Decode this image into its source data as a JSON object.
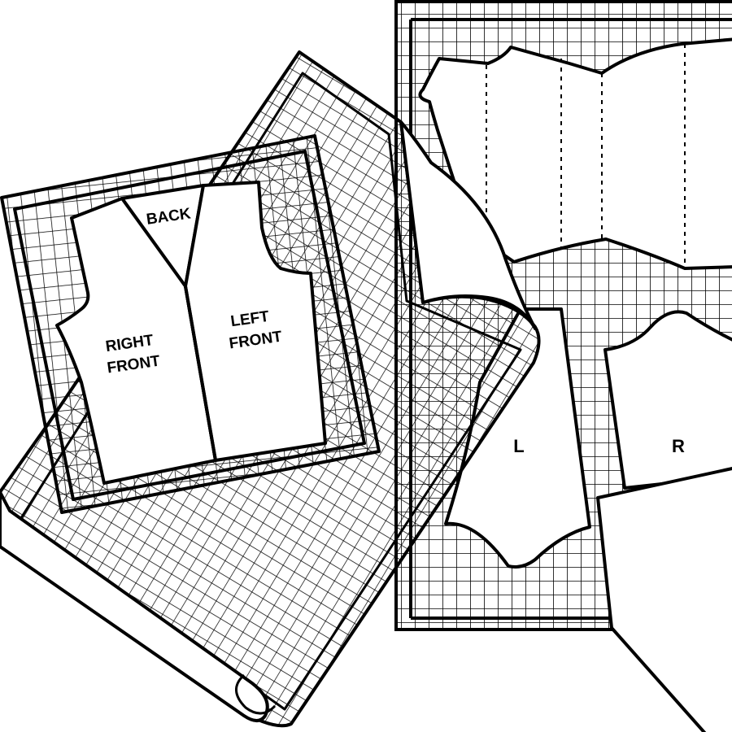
{
  "illustration": {
    "vest_pattern": {
      "labels": {
        "back": "BACK",
        "right_front_line1": "RIGHT",
        "right_front_line2": "FRONT",
        "left_front_line1": "LEFT",
        "left_front_line2": "FRONT"
      }
    },
    "cut_pieces": {
      "left_label": "L",
      "right_label": "R"
    }
  },
  "colors": {
    "ink": "#000000",
    "paper": "#ffffff"
  }
}
